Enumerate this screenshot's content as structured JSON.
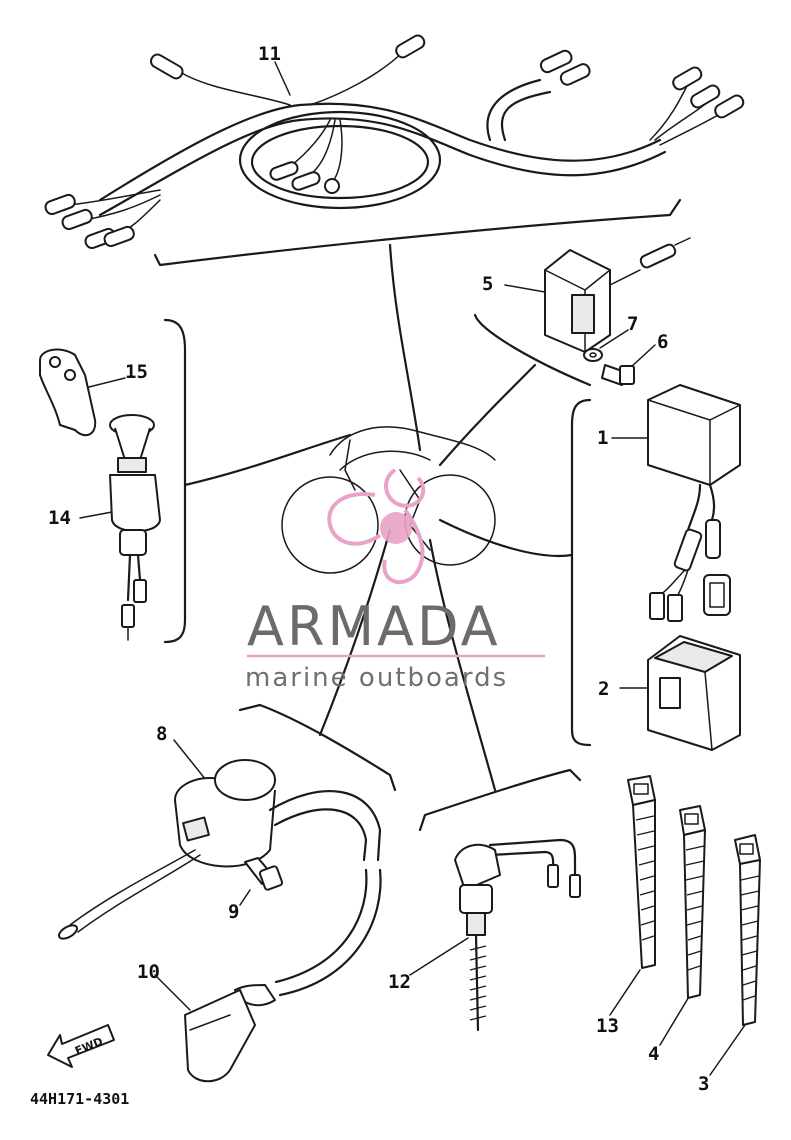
{
  "callouts": {
    "c1": "1",
    "c2": "2",
    "c3": "3",
    "c4": "4",
    "c5": "5",
    "c6": "6",
    "c7": "7",
    "c8": "8",
    "c9": "9",
    "c10": "10",
    "c11": "11",
    "c12": "12",
    "c13": "13",
    "c14": "14",
    "c15": "15"
  },
  "diagram_code": "44H171-4301",
  "fwd_label": "FWD",
  "watermark": {
    "brand": "ARMADA",
    "tagline": "marine outboards",
    "pink": "#e9a3c6",
    "grey": "#6b6b6b"
  }
}
